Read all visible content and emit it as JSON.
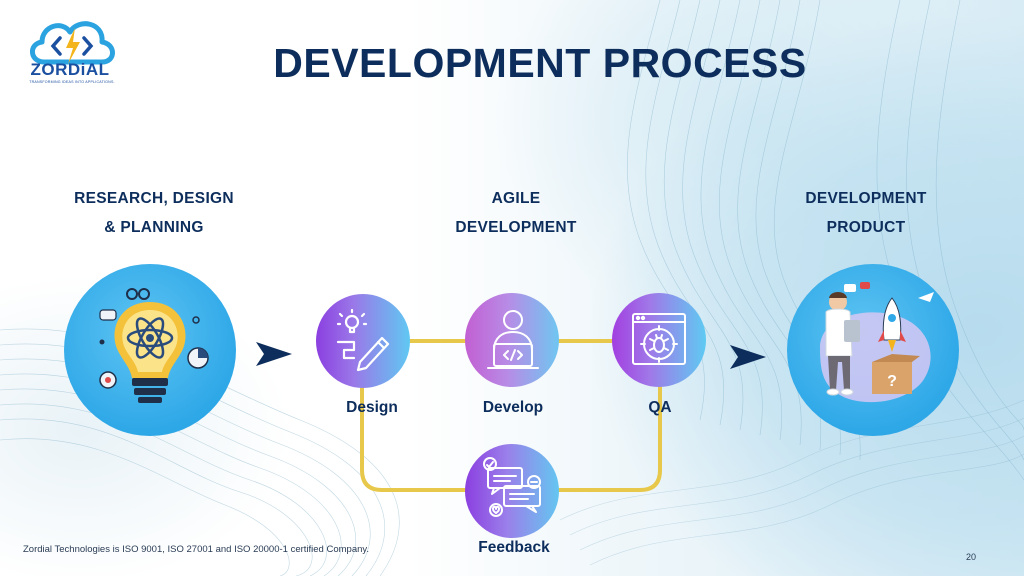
{
  "brand": {
    "name": "ZORDiAL",
    "tagline": "TRANSFORMING IDEAS INTO APPLICATIONS."
  },
  "title": "DEVELOPMENT PROCESS",
  "stages": {
    "research": {
      "line1": "RESEARCH, DESIGN",
      "line2": "& PLANNING"
    },
    "agile": {
      "line1": "AGILE",
      "line2": "DEVELOPMENT"
    },
    "product": {
      "line1": "DEVELOPMENT",
      "line2": "PRODUCT"
    }
  },
  "cycle": {
    "design": "Design",
    "develop": "Develop",
    "qa": "QA",
    "feedback": "Feedback"
  },
  "icons": {
    "research": "lightbulb-atom-icon",
    "design": "design-pencil-icon",
    "develop": "developer-laptop-icon",
    "qa": "bug-target-icon",
    "feedback": "chat-bubbles-icon",
    "product": "rocket-launch-icon",
    "arrow": "arrow-right-icon",
    "logo": "cloud-lightning-logo-icon"
  },
  "colors": {
    "title": "#0d2e5c",
    "circle_blue": "#2fa8e8",
    "connector": "#e8c84a",
    "arrow": "#0d2e5c"
  },
  "footer": {
    "certification": "Zordial Technologies is ISO 9001, ISO 27001 and ISO 20000-1 certified Company.",
    "page_number": "20"
  }
}
